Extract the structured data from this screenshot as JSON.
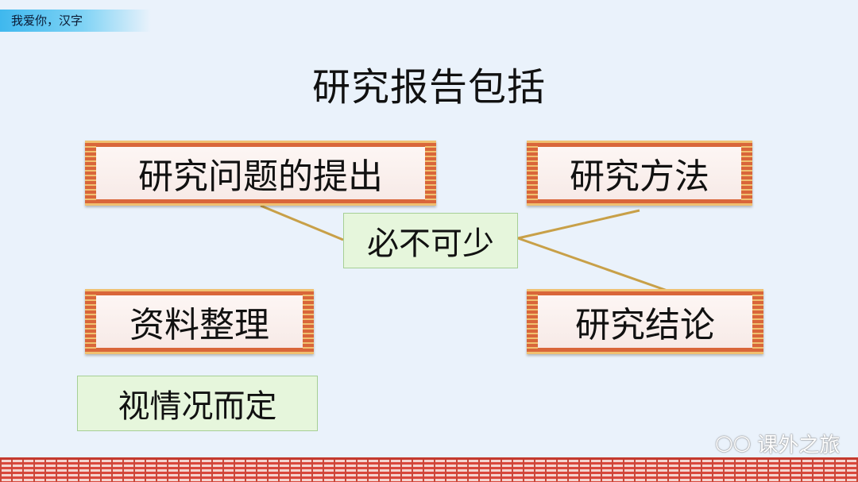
{
  "header_tag": "我爱你，汉字",
  "title": "研究报告包括",
  "scrolls": [
    {
      "id": "question",
      "label": "研究问题的提出"
    },
    {
      "id": "method",
      "label": "研究方法"
    },
    {
      "id": "material",
      "label": "资料整理"
    },
    {
      "id": "conclusion",
      "label": "研究结论"
    }
  ],
  "green_boxes": [
    {
      "id": "required",
      "label": "必不可少"
    },
    {
      "id": "optional",
      "label": "视情况而定"
    }
  ],
  "colors": {
    "connector": "#c8a048",
    "scroll_frame": "#d9663a",
    "green_box": "#e6f6dc"
  },
  "watermark": {
    "icon": "wechat-icon",
    "text": "课外之旅"
  }
}
